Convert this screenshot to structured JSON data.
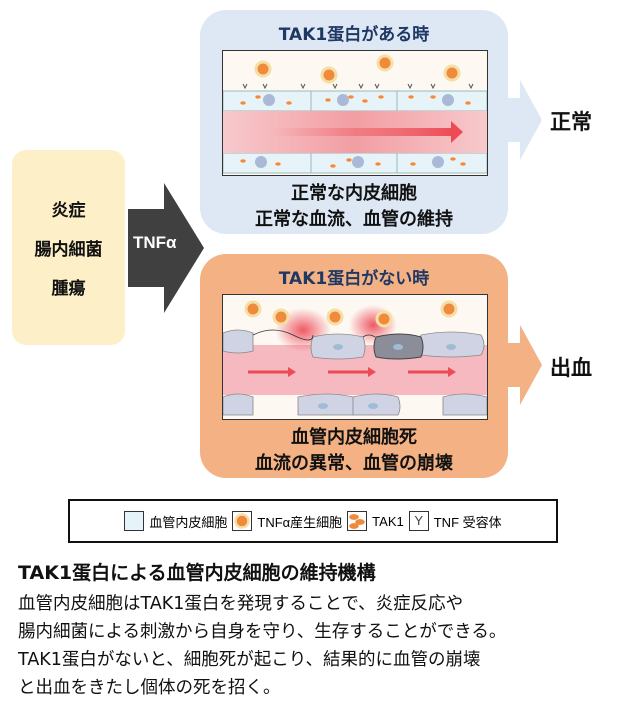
{
  "causes": [
    "炎症",
    "腸内細菌",
    "腫瘍"
  ],
  "stimulus": "TNFα",
  "with_tak1": {
    "title": "TAK1蛋白がある時",
    "lines": [
      "正常な内皮細胞",
      "正常な血流、血管の維持"
    ],
    "outcome": "正常"
  },
  "without_tak1": {
    "title": "TAK1蛋白がない時",
    "lines": [
      "血管内皮細胞死",
      "血流の異常、血管の崩壊"
    ],
    "outcome": "出血"
  },
  "legend": [
    {
      "icon": "endothelial-cell-icon",
      "label": "血管内皮細胞"
    },
    {
      "icon": "tnf-producing-cell-icon",
      "label": "TNFα産生細胞"
    },
    {
      "icon": "tak1-icon",
      "label": "TAK1"
    },
    {
      "icon": "tnf-receptor-icon",
      "label": "TNF 受容体"
    }
  ],
  "caption": {
    "title": "TAK1蛋白による血管内皮細胞の維持機構",
    "lines": [
      "血管内皮細胞はTAK1蛋白を発現することで、炎症反応や",
      "腸内細菌による刺激から自身を守り、生存することができる。",
      "TAK1蛋白がないと、細胞死が起こり、結果的に血管の崩壊",
      "と出血をきたし個体の死を招く。"
    ]
  },
  "colors": {
    "cause": "#fdf0c8",
    "normal": "#dde8f4",
    "abnormal": "#f4b183",
    "title": "#1f3864",
    "arrow": "#404040"
  }
}
